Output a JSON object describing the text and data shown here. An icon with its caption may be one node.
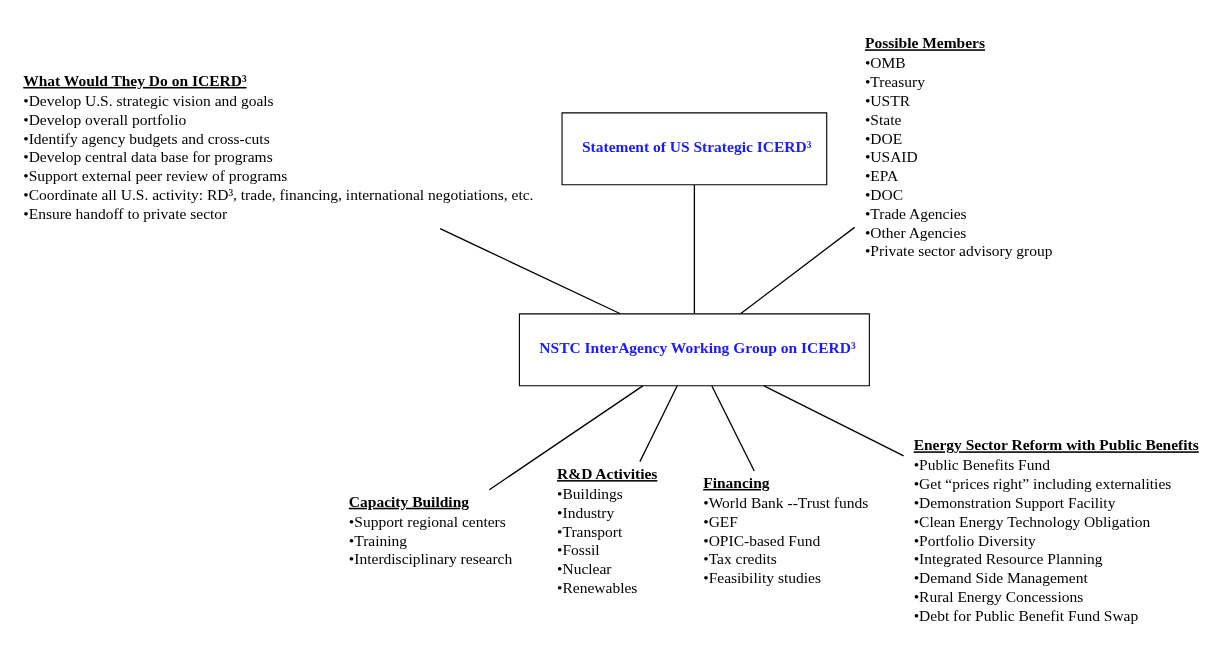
{
  "diagram": {
    "nodes": [
      {
        "text": [
          "Statement of US Strategic ICERD³"
        ]
      },
      {
        "text": [
          "NSTC InterAgency Working Group on ICERD³"
        ]
      },
      {
        "text": [
          "What Would They Do on ICERD³",
          "•Develop U.S. strategic vision and goals",
          "•Develop overall portfolio",
          "•Identify agency budgets and cross-cuts",
          "•Develop central data base for programs",
          "•Support external peer review of programs",
          "•Coordinate all U.S. activity: RD³, trade, financing, international negotiations, etc.",
          "•Ensure handoff to private sector"
        ]
      },
      {
        "text": [
          "Possible Members",
          "•OMB",
          "•Treasury",
          "•USTR",
          "•State",
          "•DOE",
          "•USAID",
          "•EPA",
          "•DOC",
          "•Trade Agencies",
          "•Other Agencies",
          "•Private sector advisory group"
        ]
      },
      {
        "text": [
          "Capacity Building",
          "•Support regional centers",
          "•Training",
          "•Interdisciplinary research"
        ]
      },
      {
        "text": [
          "R&D Activities",
          "•Buildings",
          "•Industry",
          "•Transport",
          "•Fossil",
          "•Nuclear",
          "•Renewables"
        ]
      },
      {
        "text": [
          "Financing",
          "•World Bank --Trust funds",
          "•GEF",
          "•OPIC-based Fund",
          "•Tax credits",
          "•Feasibility studies"
        ]
      },
      {
        "text": [
          "Energy Sector Reform with Public Benefits",
          "•Public Benefits Fund",
          "•Get “prices right” including externalities",
          "•Demonstration Support Facility",
          "•Clean Energy Technology Obligation",
          "•Portfolio Diversity",
          "•Integrated Resource Planning",
          "•Demand Side Management",
          "•Rural Energy Concessions",
          "•Debt for Public Benefit Fund Swap"
        ]
      }
    ],
    "edges": [
      {
        "from": 0,
        "to": 1,
        "arrow": "none"
      },
      {
        "from": 2,
        "to": 1,
        "arrow": "none"
      },
      {
        "from": 3,
        "to": 1,
        "arrow": "none"
      },
      {
        "from": 1,
        "to": 4,
        "arrow": "none"
      },
      {
        "from": 1,
        "to": 5,
        "arrow": "none"
      },
      {
        "from": 1,
        "to": 6,
        "arrow": "none"
      },
      {
        "from": 1,
        "to": 7,
        "arrow": "none"
      }
    ]
  }
}
